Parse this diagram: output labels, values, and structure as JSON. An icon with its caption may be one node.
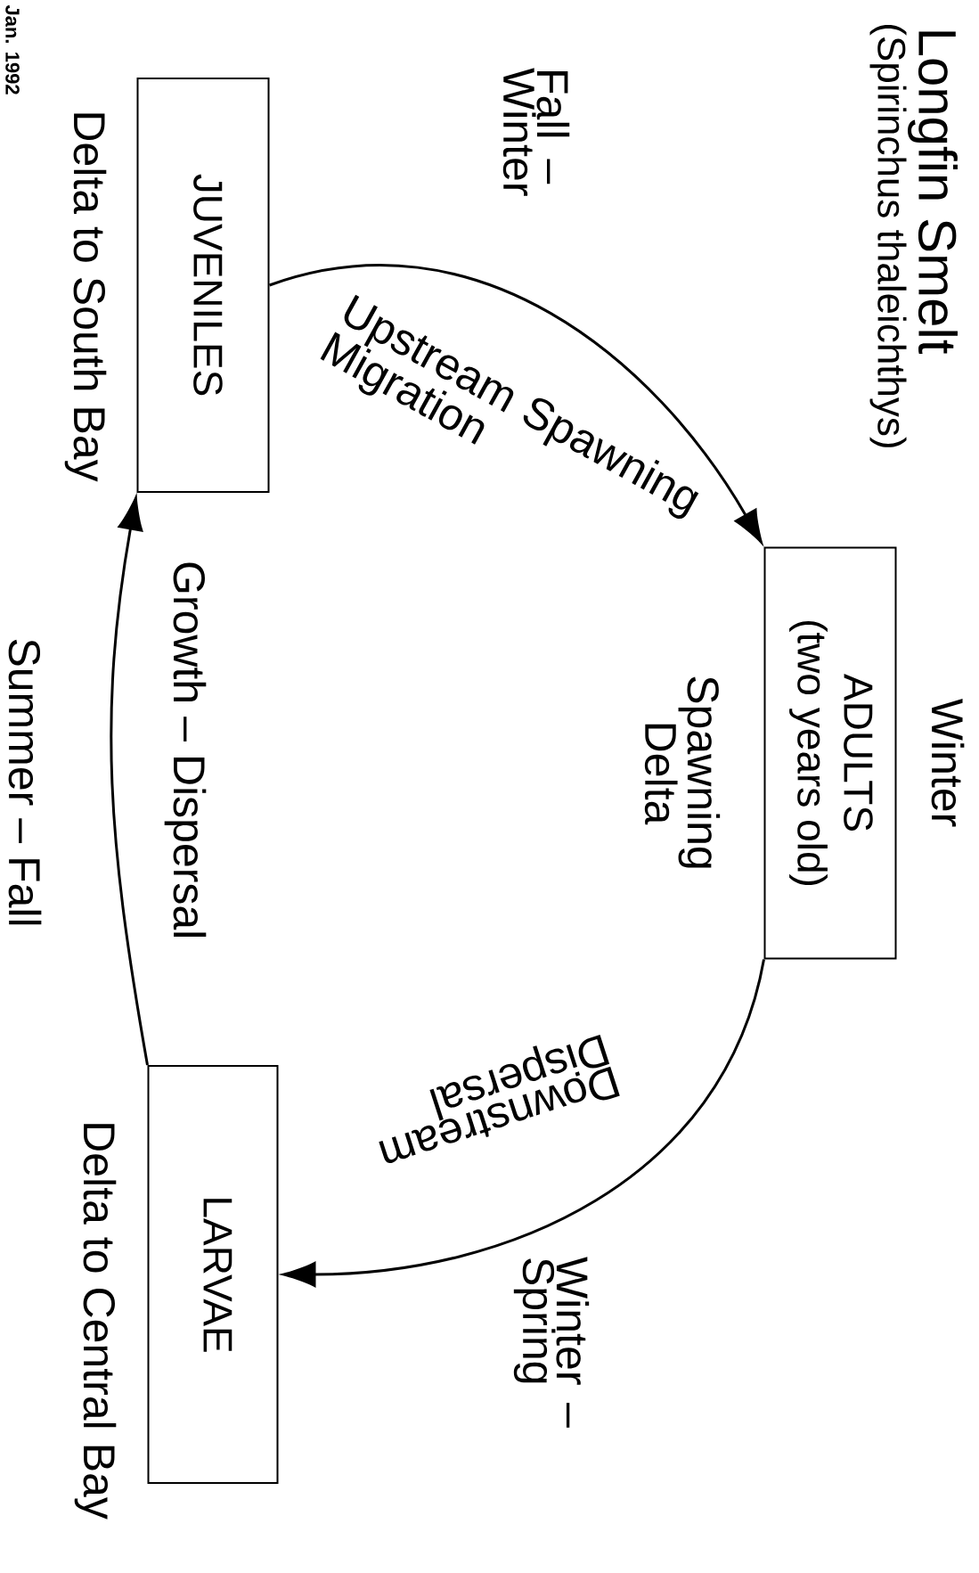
{
  "diagram": {
    "title": "Longfin Smelt",
    "nodes": [
      {
        "text": [
          "JUVENILES"
        ],
        "beside": [
          "Delta to South Bay"
        ]
      },
      {
        "text": [
          "ADULTS",
          "(two years old)"
        ],
        "beside": [
          "Winter",
          "Spawning Delta"
        ]
      },
      {
        "text": [
          "LARVAE"
        ],
        "beside": [
          "Delta to Central Bay"
        ]
      }
    ],
    "edges": [
      {
        "from": 0,
        "to": 1,
        "arrow": "to",
        "label": "Upstream Spawning Migration"
      },
      {
        "from": 1,
        "to": 2,
        "arrow": "to",
        "label": "Downstream Dispersal"
      },
      {
        "from": 2,
        "to": 0,
        "arrow": "to",
        "label": "Growth – Dispersal"
      }
    ],
    "labels": [
      "(Spirinchus thaleichthys)",
      "Fall – Winter",
      "Winter – Spring",
      "Summer – Fall",
      "Jan. 1992"
    ]
  }
}
